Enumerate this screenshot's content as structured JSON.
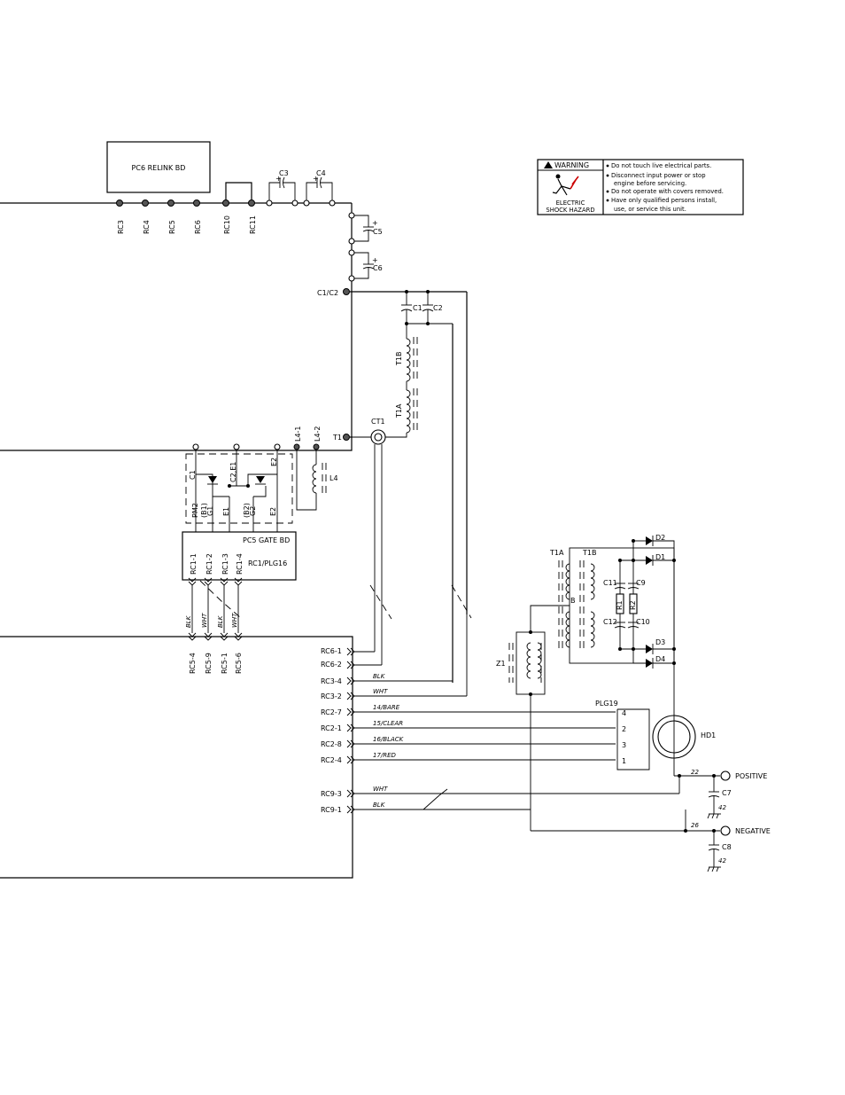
{
  "relink_board": {
    "label": "PC6  RELINK  BD",
    "pins": [
      "RC3",
      "RC4",
      "RC5",
      "RC6",
      "RC10",
      "RC11"
    ]
  },
  "caps_top": [
    "C3",
    "C4"
  ],
  "caps_right": [
    "C5",
    "C6"
  ],
  "c1c2_label": "C1/C2",
  "input_caps": [
    "C1",
    "C2"
  ],
  "transformer_main": [
    "T1B",
    "T1A"
  ],
  "ct": "CT1",
  "t1_label": "T1",
  "inductor": {
    "taps": [
      "L4-1",
      "L4-2"
    ],
    "label": "L4"
  },
  "power_module": {
    "name": "PM2",
    "terms": [
      "C1",
      "C2,E1",
      "E2",
      "(B1)",
      "G1",
      "E1",
      "(B2)",
      "G2",
      "E2"
    ]
  },
  "gate_board": {
    "label": "PC5  GATE  BD",
    "connector": "RC1/PLG16",
    "pins": [
      "RC1-1",
      "RC1-2",
      "RC1-3",
      "RC1-4"
    ]
  },
  "rc5_pins": [
    "RC5-4",
    "RC5-9",
    "RC5-1",
    "RC5-6"
  ],
  "rc5_wires": [
    "BLK",
    "WHT",
    "BLK",
    "WHT"
  ],
  "left_connectors": [
    "RC6-1",
    "RC6-2",
    "RC3-4",
    "RC3-2",
    "RC2-7",
    "RC2-1",
    "RC2-8",
    "RC2-4",
    "RC9-3",
    "RC9-1"
  ],
  "wires": [
    "BLK",
    "WHT",
    "14/BARE",
    "15/CLEAR",
    "16/BLACK",
    "17/RED",
    "WHT",
    "BLK"
  ],
  "plg19": {
    "label": "PLG19",
    "pins": [
      "4",
      "2",
      "3",
      "1"
    ]
  },
  "output_section": {
    "transformers": [
      "T1A",
      "T1B"
    ],
    "diodes": [
      "D2",
      "D1",
      "D3",
      "D4"
    ],
    "caps": [
      "C11",
      "C9",
      "C12",
      "C10"
    ],
    "resistors": [
      "R1",
      "R2"
    ],
    "tap_b": "B",
    "choke": "Z1",
    "sensor": "HD1"
  },
  "output_terminals": {
    "positive": "POSITIVE",
    "negative": "NEGATIVE",
    "wire_pos": "22",
    "wire_neg": "26",
    "cap_pos": "C7",
    "cap_neg": "C8",
    "ground_ref": "42"
  },
  "warning": {
    "header": "WARNING",
    "caption_line1": "ELECTRIC",
    "caption_line2": "SHOCK  HAZARD",
    "lines": [
      "Do  not  touch  live  electrical  parts.",
      "Disconnect  input  power  or  stop",
      "engine  before  servicing.",
      "Do  not  operate  with  covers  removed.",
      "Have  only  qualified  persons  install,",
      "use,  or  service  this  unit."
    ],
    "hazard_icon": "electric-shock-icon"
  }
}
